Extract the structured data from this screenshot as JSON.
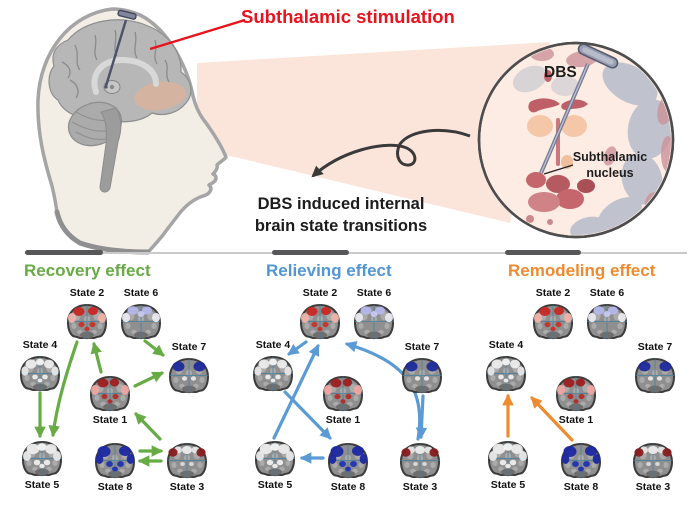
{
  "figure": {
    "stimulation_label": "Subthalamic stimulation",
    "inset": {
      "device_label": "DBS",
      "nucleus_label": "Subthalamic\nnucleus"
    },
    "caption": "DBS induced internal\nbrain state transitions"
  },
  "colors": {
    "stimulation_red": "#e8131c",
    "recovery_green": "#67ab45",
    "relieving_blue": "#5296d3",
    "remodeling_orange": "#ef8a2e"
  },
  "panels": [
    {
      "id": "recovery",
      "title": "Recovery effect",
      "color": "#67ab45",
      "states": [
        {
          "label": "State 2",
          "theme": "red-bright"
        },
        {
          "label": "State 6",
          "theme": "periwinkle"
        },
        {
          "label": "State 4",
          "theme": "white"
        },
        {
          "label": "State 7",
          "theme": "navy"
        },
        {
          "label": "State 1",
          "theme": "red-dark-top"
        },
        {
          "label": "State 5",
          "theme": "white-large"
        },
        {
          "label": "State 8",
          "theme": "navy-extensive"
        },
        {
          "label": "State 3",
          "theme": "darkred-corners"
        }
      ],
      "transitions": [
        {
          "from": "State 4",
          "to": "State 5"
        },
        {
          "from": "State 2",
          "to": "State 5"
        },
        {
          "from": "State 1",
          "to": "State 2"
        },
        {
          "from": "State 6",
          "to": "State 7"
        },
        {
          "from": "State 1",
          "to": "State 7"
        },
        {
          "from": "State 3",
          "to": "State 1"
        },
        {
          "from": "State 8",
          "to": "State 3"
        },
        {
          "from": "State 3",
          "to": "State 8"
        }
      ]
    },
    {
      "id": "relieving",
      "title": "Relieving effect",
      "color": "#5b9bd5",
      "states": [
        {
          "label": "State 2",
          "theme": "red-bright"
        },
        {
          "label": "State 6",
          "theme": "periwinkle"
        },
        {
          "label": "State 4",
          "theme": "white"
        },
        {
          "label": "State 7",
          "theme": "navy"
        },
        {
          "label": "State 1",
          "theme": "red-dark-top"
        },
        {
          "label": "State 5",
          "theme": "white-large"
        },
        {
          "label": "State 8",
          "theme": "navy-extensive"
        },
        {
          "label": "State 3",
          "theme": "darkred-corners"
        }
      ],
      "transitions": [
        {
          "from": "State 2",
          "to": "State 4"
        },
        {
          "from": "State 5",
          "to": "State 2"
        },
        {
          "from": "State 4",
          "to": "State 8"
        },
        {
          "from": "State 3",
          "to": "State 2"
        },
        {
          "from": "State 7",
          "to": "State 3"
        },
        {
          "from": "State 8",
          "to": "State 5"
        }
      ]
    },
    {
      "id": "remodeling",
      "title": "Remodeling effect",
      "color": "#ef8a2e",
      "states": [
        {
          "label": "State 2",
          "theme": "red-bright"
        },
        {
          "label": "State 6",
          "theme": "periwinkle"
        },
        {
          "label": "State 4",
          "theme": "white"
        },
        {
          "label": "State 7",
          "theme": "navy"
        },
        {
          "label": "State 1",
          "theme": "red-dark-top"
        },
        {
          "label": "State 5",
          "theme": "white-large"
        },
        {
          "label": "State 8",
          "theme": "navy-extensive"
        },
        {
          "label": "State 3",
          "theme": "darkred-corners"
        }
      ],
      "transitions": [
        {
          "from": "State 5",
          "to": "State 4"
        },
        {
          "from": "State 8",
          "to": "State 4"
        }
      ]
    }
  ]
}
